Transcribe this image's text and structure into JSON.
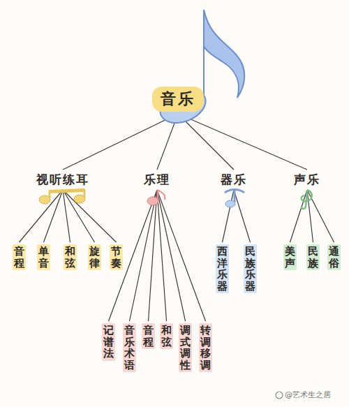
{
  "diagram": {
    "nodes": [
      {
        "text": [
          "音乐"
        ]
      },
      {
        "text": [
          "视听练耳"
        ]
      },
      {
        "text": [
          "乐理"
        ]
      },
      {
        "text": [
          "器乐"
        ]
      },
      {
        "text": [
          "声乐"
        ]
      },
      {
        "text": [
          "音程"
        ]
      },
      {
        "text": [
          "单音"
        ]
      },
      {
        "text": [
          "和弦"
        ]
      },
      {
        "text": [
          "旋律"
        ]
      },
      {
        "text": [
          "节奏"
        ]
      },
      {
        "text": [
          "记谱法"
        ]
      },
      {
        "text": [
          "音乐术语"
        ]
      },
      {
        "text": [
          "音程"
        ]
      },
      {
        "text": [
          "和弦"
        ]
      },
      {
        "text": [
          "调式调性"
        ]
      },
      {
        "text": [
          "转调移调"
        ]
      },
      {
        "text": [
          "西洋乐器"
        ]
      },
      {
        "text": [
          "民族乐器"
        ]
      },
      {
        "text": [
          "美声"
        ]
      },
      {
        "text": [
          "民族"
        ]
      },
      {
        "text": [
          "通俗"
        ]
      }
    ],
    "edges": [
      {
        "from": 0,
        "to": 1,
        "arrow": "none"
      },
      {
        "from": 0,
        "to": 2,
        "arrow": "none"
      },
      {
        "from": 0,
        "to": 3,
        "arrow": "none"
      },
      {
        "from": 0,
        "to": 4,
        "arrow": "none"
      },
      {
        "from": 1,
        "to": 5,
        "arrow": "none"
      },
      {
        "from": 1,
        "to": 6,
        "arrow": "none"
      },
      {
        "from": 1,
        "to": 7,
        "arrow": "none"
      },
      {
        "from": 1,
        "to": 8,
        "arrow": "none"
      },
      {
        "from": 1,
        "to": 9,
        "arrow": "none"
      },
      {
        "from": 2,
        "to": 10,
        "arrow": "none"
      },
      {
        "from": 2,
        "to": 11,
        "arrow": "none"
      },
      {
        "from": 2,
        "to": 12,
        "arrow": "none"
      },
      {
        "from": 2,
        "to": 13,
        "arrow": "none"
      },
      {
        "from": 2,
        "to": 14,
        "arrow": "none"
      },
      {
        "from": 2,
        "to": 15,
        "arrow": "none"
      },
      {
        "from": 3,
        "to": 16,
        "arrow": "none"
      },
      {
        "from": 3,
        "to": 17,
        "arrow": "none"
      },
      {
        "from": 4,
        "to": 18,
        "arrow": "none"
      },
      {
        "from": 4,
        "to": 19,
        "arrow": "none"
      },
      {
        "from": 4,
        "to": 20,
        "arrow": "none"
      }
    ],
    "labels": [
      "@艺术生之居"
    ]
  }
}
